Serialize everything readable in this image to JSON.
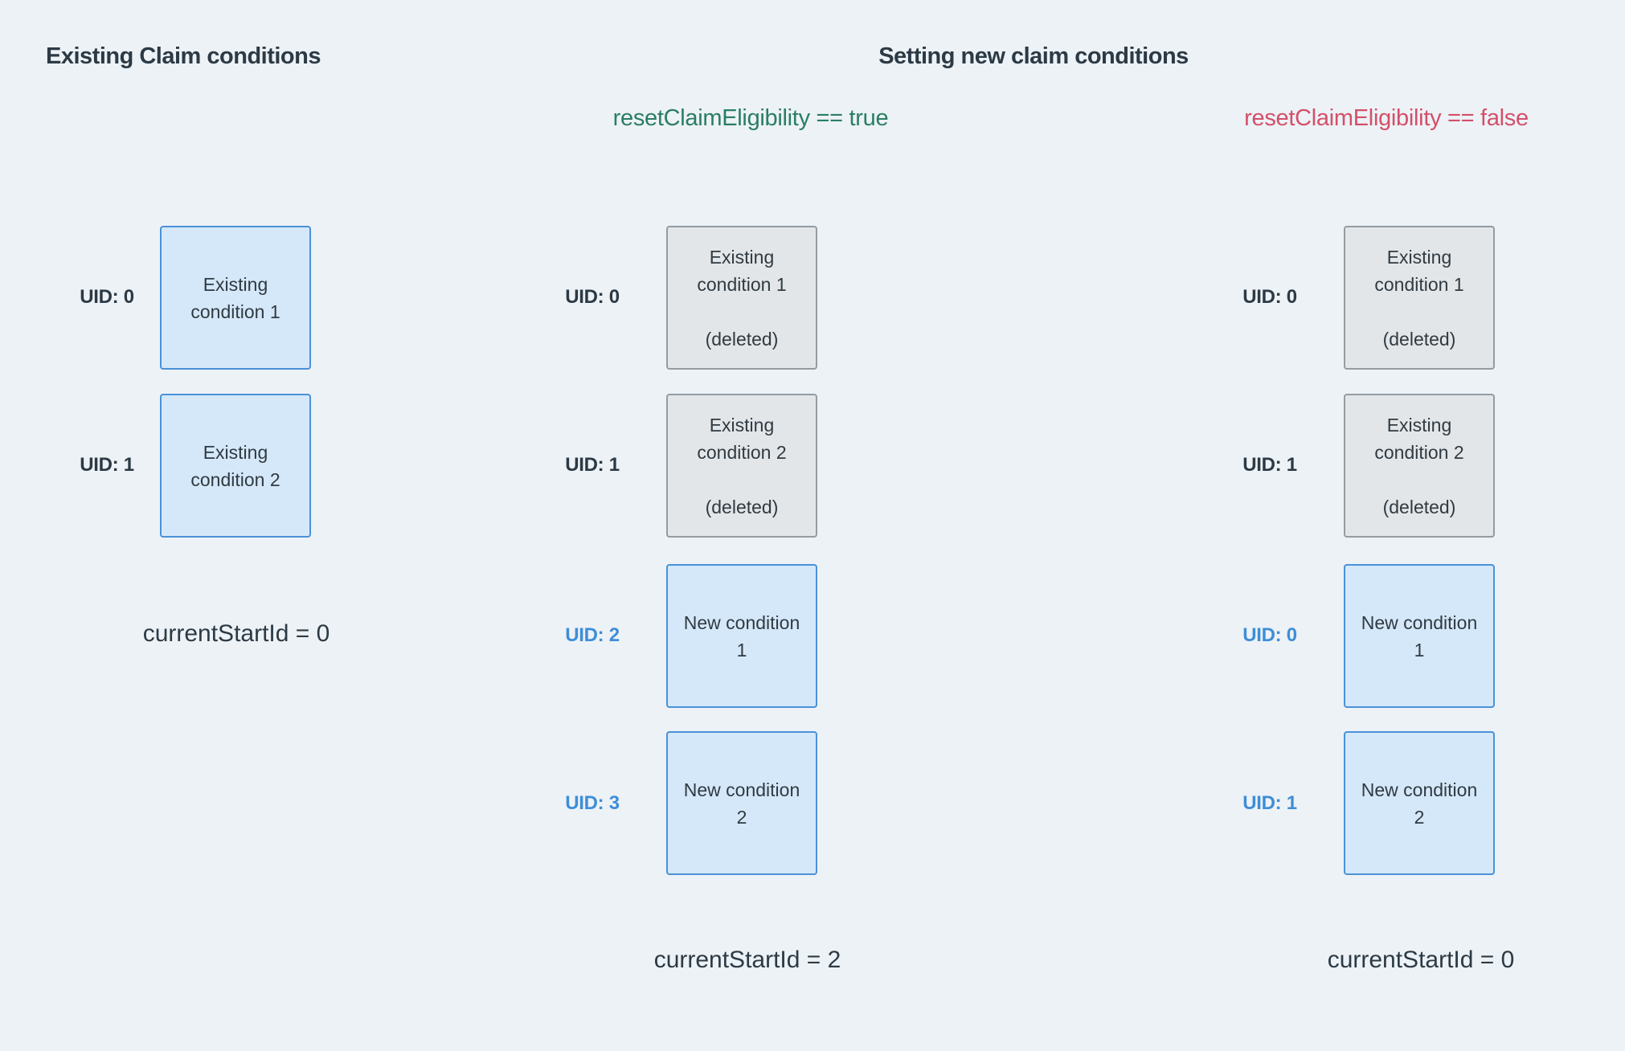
{
  "headings": {
    "existing": "Existing Claim conditions",
    "setting": "Setting new claim conditions"
  },
  "scenarios": {
    "reset_true": "resetClaimEligibility == true",
    "reset_false": "resetClaimEligibility == false"
  },
  "columns": [
    {
      "name": "existing-claim-conditions",
      "rows": [
        {
          "uid": "UID: 0",
          "uid_style": "dark",
          "box": "Existing\ncondition 1",
          "box_style": "blue"
        },
        {
          "uid": "UID: 1",
          "uid_style": "dark",
          "box": "Existing\ncondition 2",
          "box_style": "blue"
        }
      ],
      "footer": "currentStartId = 0"
    },
    {
      "name": "reset-claim-eligibility-true",
      "rows": [
        {
          "uid": "UID: 0",
          "uid_style": "dark",
          "box": "Existing\ncondition 1\n\n(deleted)",
          "box_style": "gray"
        },
        {
          "uid": "UID: 1",
          "uid_style": "dark",
          "box": "Existing\ncondition 2\n\n(deleted)",
          "box_style": "gray"
        },
        {
          "uid": "UID: 2",
          "uid_style": "blue",
          "box": "New condition\n1",
          "box_style": "blue"
        },
        {
          "uid": "UID: 3",
          "uid_style": "blue",
          "box": "New condition\n2",
          "box_style": "blue"
        }
      ],
      "footer": "currentStartId = 2"
    },
    {
      "name": "reset-claim-eligibility-false",
      "rows": [
        {
          "uid": "UID: 0",
          "uid_style": "dark",
          "box": "Existing\ncondition 1\n\n(deleted)",
          "box_style": "gray"
        },
        {
          "uid": "UID: 1",
          "uid_style": "dark",
          "box": "Existing\ncondition 2\n\n(deleted)",
          "box_style": "gray"
        },
        {
          "uid": "UID: 0",
          "uid_style": "blue",
          "box": "New condition\n1",
          "box_style": "blue"
        },
        {
          "uid": "UID: 1",
          "uid_style": "blue",
          "box": "New condition\n2",
          "box_style": "blue"
        }
      ],
      "footer": "currentStartId = 0"
    }
  ],
  "colors": {
    "background": "#edf2f6",
    "heading_text": "#2c3a45",
    "box_text": "#303a42",
    "uid_blue": "#3e8ed8",
    "scenario_true_green": "#2a7e62",
    "scenario_false_red": "#d3506a",
    "blue_box_fill": "#d5e8f9",
    "blue_box_border": "#4a91d9",
    "gray_box_fill": "#e3e6e8",
    "gray_box_border": "#939ca2"
  }
}
